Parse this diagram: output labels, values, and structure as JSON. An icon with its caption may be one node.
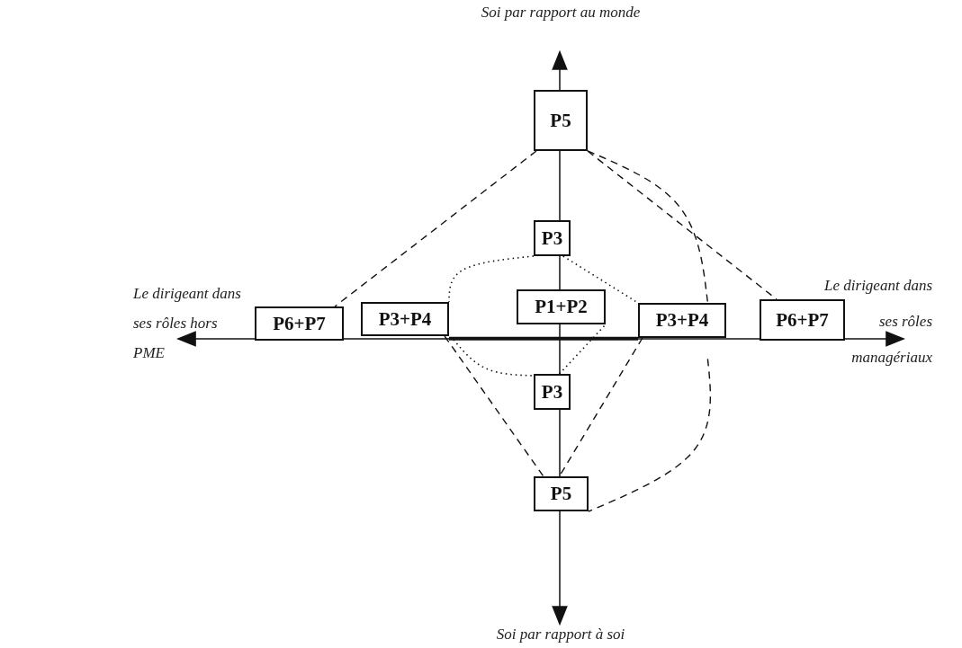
{
  "diagram": {
    "nodes": [
      {
        "text": [
          "P5"
        ]
      },
      {
        "text": [
          "P3"
        ]
      },
      {
        "text": [
          "P6+P7"
        ]
      },
      {
        "text": [
          "P3+P4"
        ]
      },
      {
        "text": [
          "P1+P2"
        ]
      },
      {
        "text": [
          "P3+P4"
        ]
      },
      {
        "text": [
          "P6+P7"
        ]
      },
      {
        "text": [
          "P3"
        ]
      },
      {
        "text": [
          "P5"
        ]
      }
    ],
    "edges": [
      {
        "from": 0,
        "to": 2,
        "arrow": "none",
        "style": "dashed"
      },
      {
        "from": 0,
        "to": 6,
        "arrow": "none",
        "style": "dashed"
      },
      {
        "from": 0,
        "to": 5,
        "arrow": "none",
        "style": "dashed"
      },
      {
        "from": 5,
        "to": 8,
        "arrow": "none",
        "style": "dashed"
      },
      {
        "from": 3,
        "to": 8,
        "arrow": "none",
        "style": "dashed"
      },
      {
        "from": 5,
        "to": 8,
        "arrow": "none",
        "style": "dashed"
      },
      {
        "from": 1,
        "to": 3,
        "arrow": "none",
        "style": "dashed"
      },
      {
        "from": 1,
        "to": 5,
        "arrow": "none",
        "style": "dashed"
      },
      {
        "from": 3,
        "to": 7,
        "arrow": "none",
        "style": "dashed"
      },
      {
        "from": 7,
        "to": 4,
        "arrow": "none",
        "style": "dashed"
      },
      {
        "from": 3,
        "to": 5,
        "arrow": "none",
        "style": "thick"
      }
    ],
    "labels": [
      "Soi par rapport au monde",
      "Le dirigeant dans ses rôles hors PME",
      "Le dirigeant dans ses rôles managériaux",
      "Soi par rapport à soi"
    ]
  }
}
